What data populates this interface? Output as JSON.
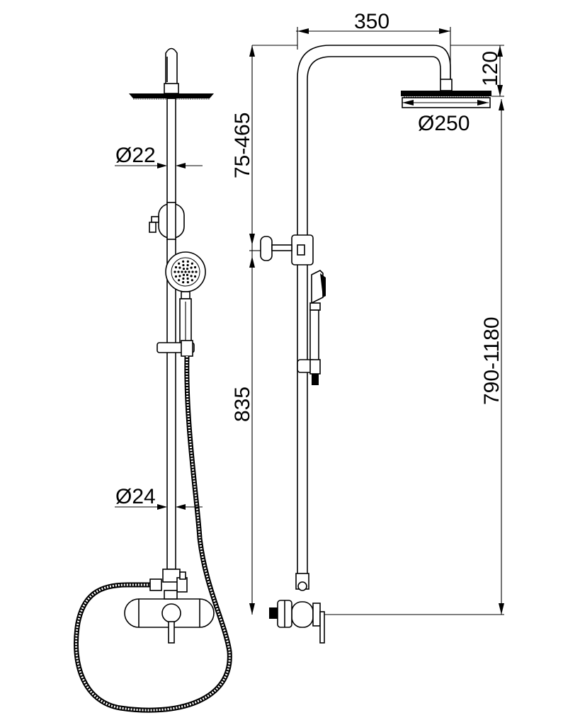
{
  "dimensions": {
    "arm_length": "350",
    "head_drop": "120",
    "head_diameter": "Ø250",
    "riser_diameter": "Ø22",
    "lower_pipe_diameter": "Ø24",
    "slide_range": "75-465",
    "mixer_to_bracket": "835",
    "total_adjust": "790-1180"
  }
}
